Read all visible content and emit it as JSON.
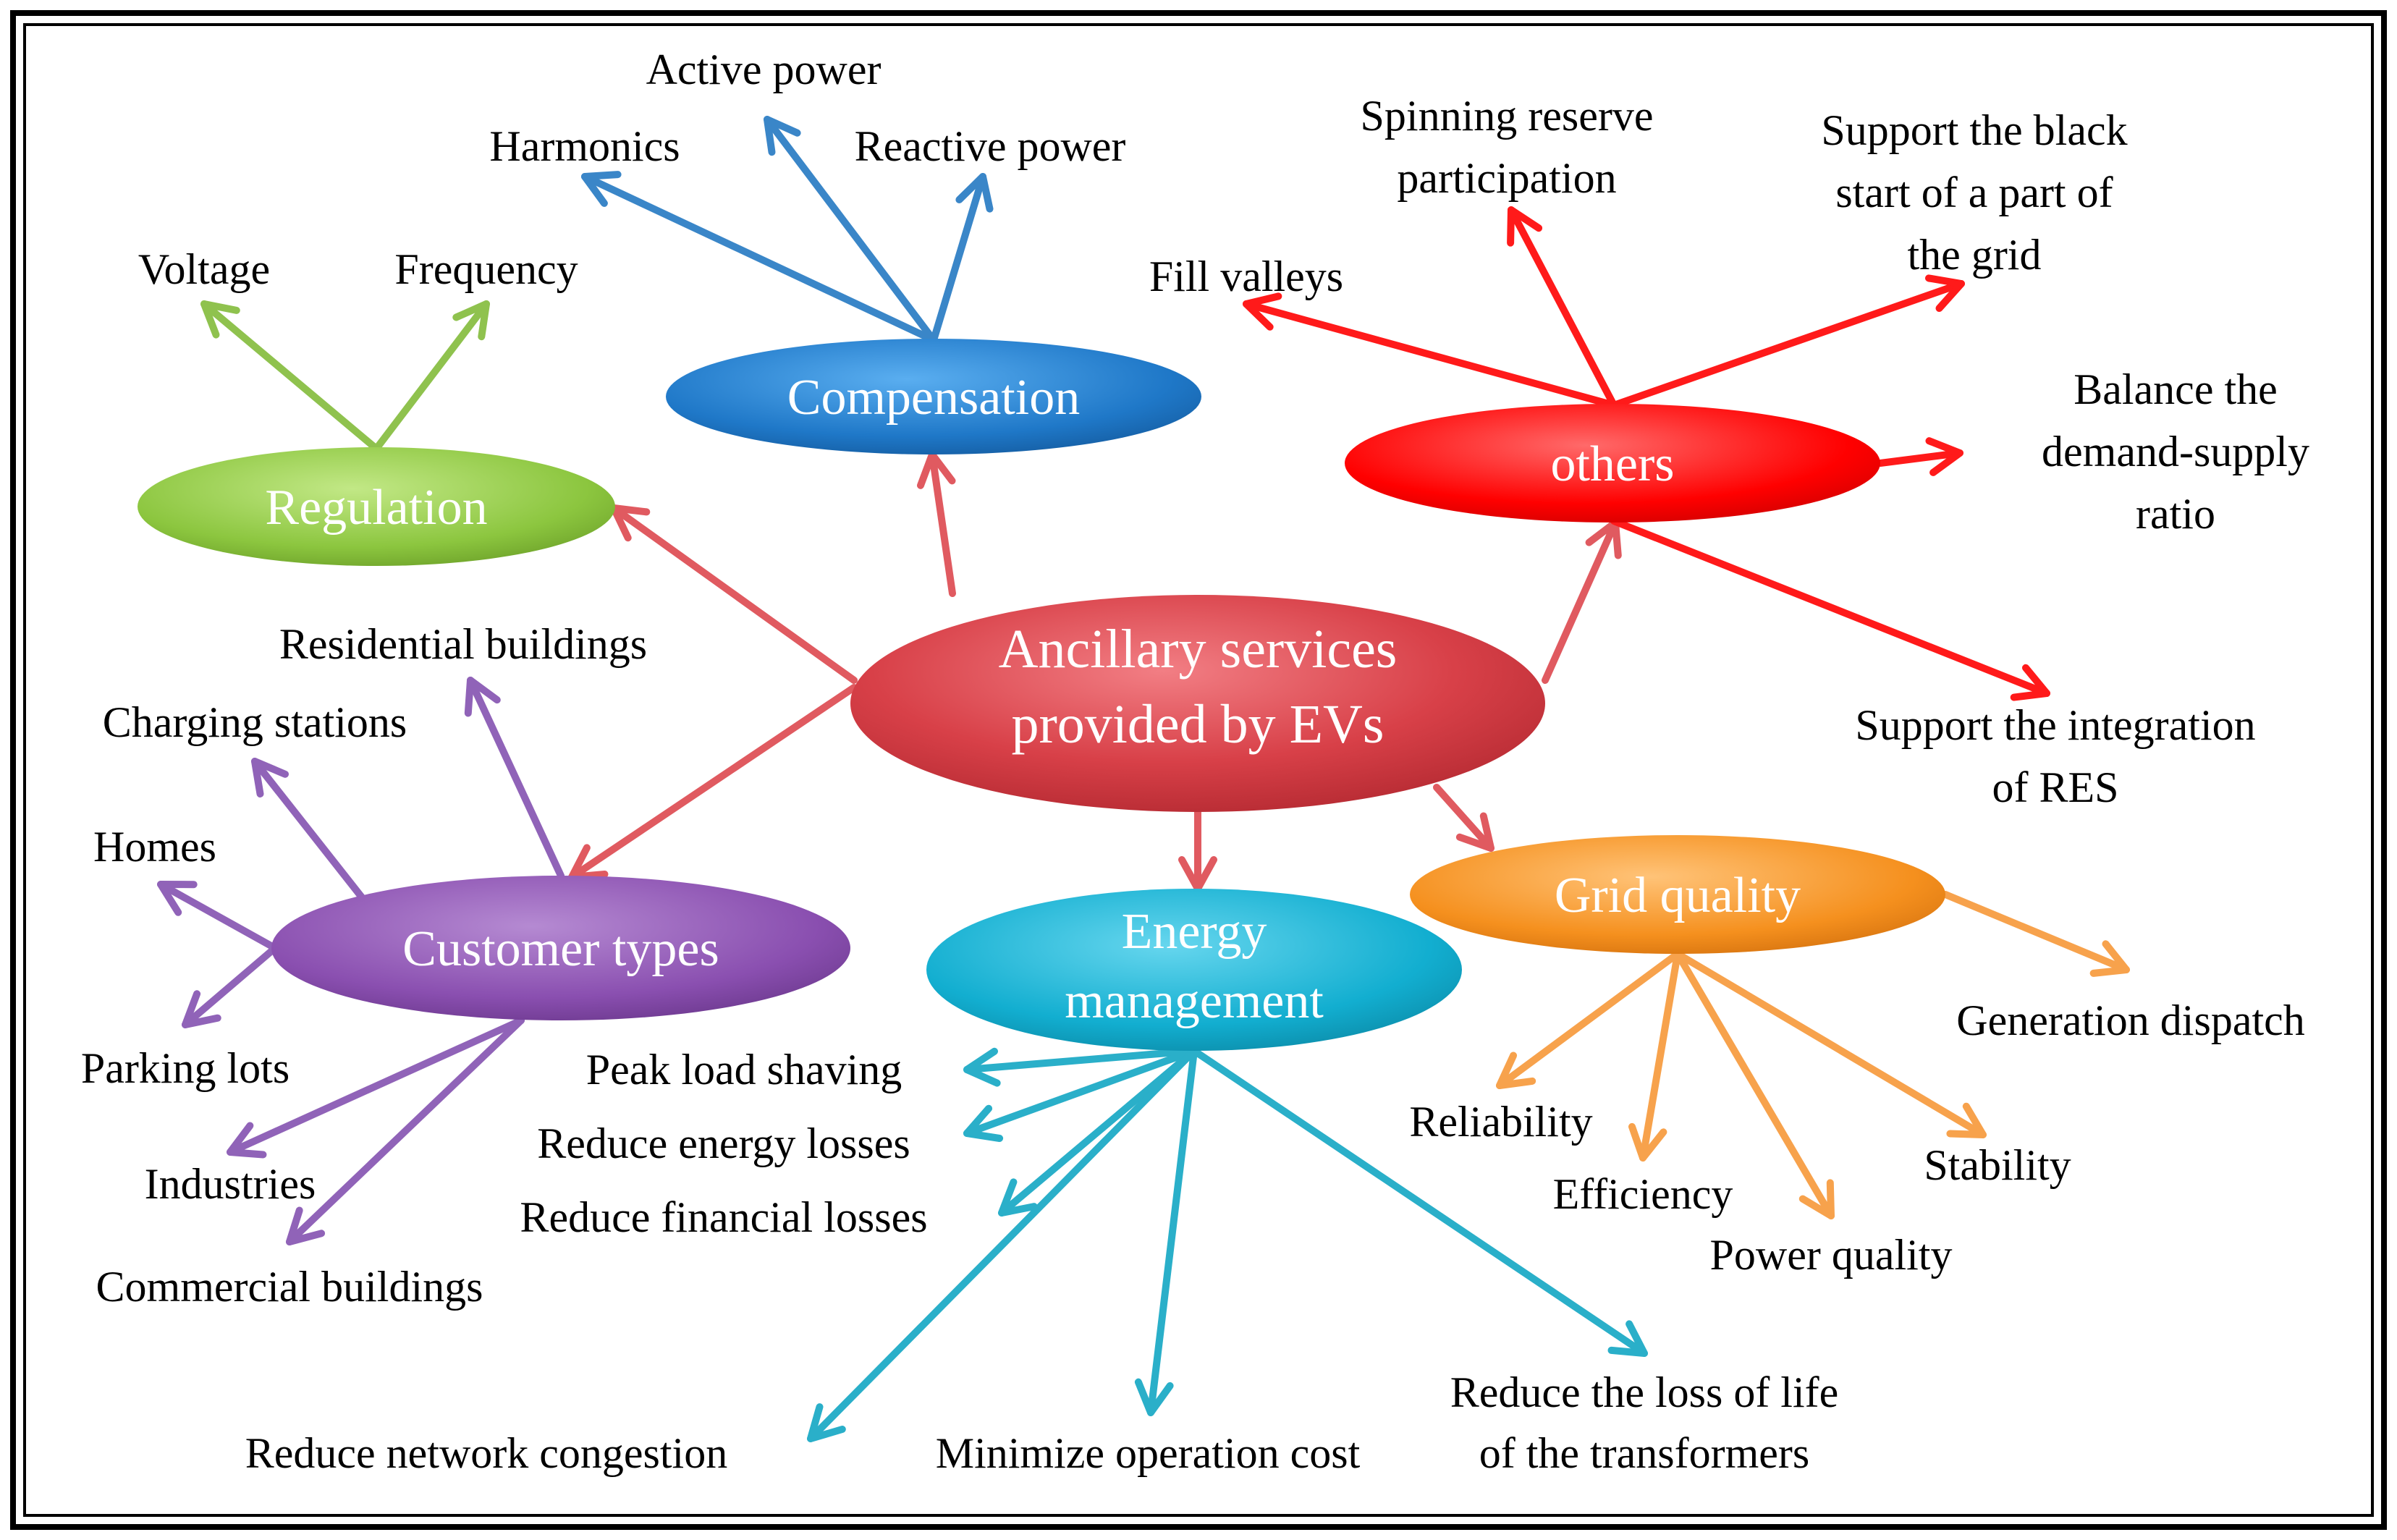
{
  "center": {
    "line1": "Ancillary services",
    "line2": "provided by EVs",
    "color": "#d84048"
  },
  "nodes": {
    "compensation": {
      "label": "Compensation",
      "color": "#1f78c8",
      "arrow_color": "#3a86c8",
      "leaves": [
        "Active power",
        "Harmonics",
        "Reactive power"
      ]
    },
    "regulation": {
      "label": "Regulation",
      "color": "#8cc63f",
      "arrow_color": "#8fc24e",
      "leaves": [
        "Voltage",
        "Frequency"
      ]
    },
    "others": {
      "label": "others",
      "color": "#ff0000",
      "arrow_color": "#ff1a1a",
      "leaves": [
        "Fill valleys",
        "Spinning reserve",
        "participation",
        "Support the black",
        "start of a part of",
        "the grid",
        "Balance the",
        "demand-supply",
        "ratio",
        "Support the integration",
        "of RES"
      ]
    },
    "customer": {
      "label": "Customer types",
      "color": "#8a4fb0",
      "arrow_color": "#9063b8",
      "leaves": [
        "Residential buildings",
        "Charging stations",
        "Homes",
        "Parking lots",
        "Industries",
        "Commercial buildings"
      ]
    },
    "energy": {
      "label1": "Energy",
      "label2": "management",
      "color": "#12aed0",
      "arrow_color": "#2aafc9",
      "leaves": [
        "Peak load shaving",
        "Reduce energy losses",
        "Reduce financial losses",
        "Reduce network congestion",
        "Minimize operation cost",
        "Reduce the loss of life",
        "of the transformers"
      ]
    },
    "grid": {
      "label": "Grid quality",
      "color": "#f5901e",
      "arrow_color": "#f7a24c",
      "leaves": [
        "Generation dispatch",
        "Reliability",
        "Efficiency",
        "Power quality",
        "Stability"
      ]
    }
  },
  "hub_arrow_color": "#e05a60",
  "frame_color": "#000000"
}
